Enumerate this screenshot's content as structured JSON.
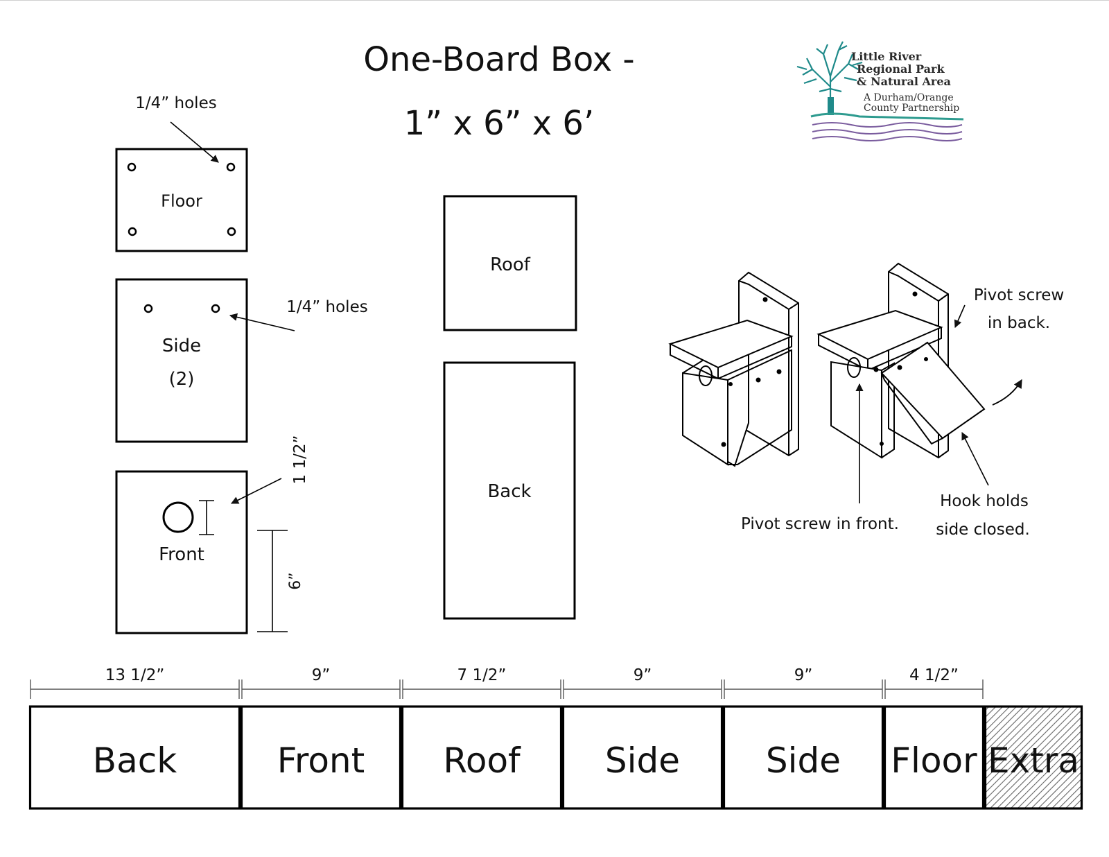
{
  "title": {
    "line1": "One-Board Box -",
    "line2": "1” x 6” x 6’"
  },
  "logo": {
    "line1": "Little River",
    "line2": "Regional Park",
    "line3": "& Natural Area",
    "line4": "A Durham/Orange",
    "line5": "County Partnership",
    "colors": {
      "tree": "#1f8a8a",
      "water": "#7a5c9e",
      "ground": "#2e9b8f"
    }
  },
  "pieces": {
    "floor": {
      "label": "Floor",
      "holes_label": "1/4” holes"
    },
    "side": {
      "label": "Side",
      "count": "(2)",
      "holes_label": "1/4” holes"
    },
    "front": {
      "label": "Front",
      "hole_height": "1 1/2”",
      "front_height": "6”"
    },
    "roof": {
      "label": "Roof"
    },
    "back": {
      "label": "Back"
    }
  },
  "illustration": {
    "pivot_back_line1": "Pivot screw",
    "pivot_back_line2": "in back.",
    "pivot_front": "Pivot screw in front.",
    "hook_line1": "Hook holds",
    "hook_line2": "side closed."
  },
  "cut_board": {
    "segments": [
      {
        "label": "Back",
        "measure": "13 1/2”"
      },
      {
        "label": "Front",
        "measure": "9”"
      },
      {
        "label": "Roof",
        "measure": "7 1/2”"
      },
      {
        "label": "Side",
        "measure": "9”"
      },
      {
        "label": "Side",
        "measure": "9”"
      },
      {
        "label": "Floor",
        "measure": "4 1/2”"
      },
      {
        "label": "Extra",
        "measure": ""
      }
    ]
  }
}
